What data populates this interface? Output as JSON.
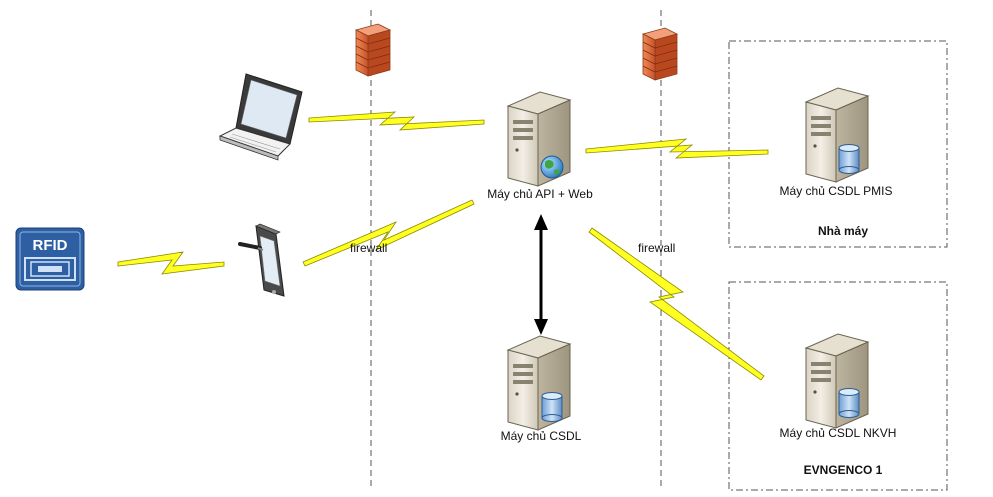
{
  "nodes": {
    "api_server": "Máy chủ API + Web",
    "db_server": "Máy chủ CSDL",
    "pmis_server": "Máy chủ CSDL PMIS",
    "nkvh_server": "Máy chủ CSDL NKVH",
    "rfid_tag": "RFID"
  },
  "zones": {
    "plant": "Nhà máy",
    "evngenco": "EVNGENCO 1"
  },
  "links": {
    "firewall_left": "firewall",
    "firewall_right": "firewall"
  },
  "icons": [
    "laptop-icon",
    "tablet-icon",
    "rfid-tag-icon",
    "firewall-icon",
    "server-icon",
    "database-icon",
    "globe-icon"
  ],
  "colors": {
    "link": "#ffff22",
    "firewall": "#e86a3a",
    "server": "#e9e4d8",
    "database": "#7fb0e0",
    "rfid": "#2f5fa3"
  }
}
